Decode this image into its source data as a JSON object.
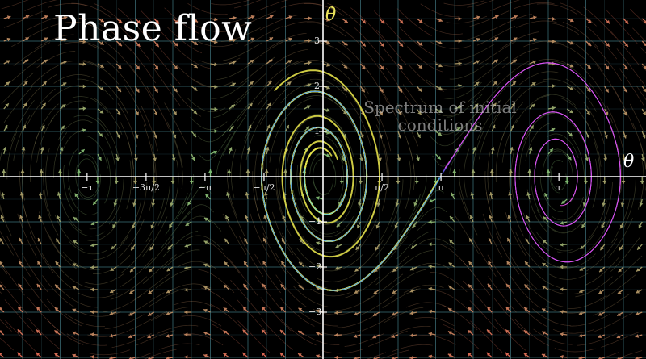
{
  "title": "Phase flow",
  "annotation": "Spectrum of initial conditions",
  "axes": {
    "x_label": "θ",
    "y_label": "θ̇",
    "x_ticks": [
      {
        "value": -6.283,
        "label": "−τ"
      },
      {
        "value": -4.712,
        "label": "−3π/2"
      },
      {
        "value": -3.1416,
        "label": "−π"
      },
      {
        "value": -1.5708,
        "label": "−π/2"
      },
      {
        "value": 1.5708,
        "label": "π/2"
      },
      {
        "value": 3.1416,
        "label": "π"
      },
      {
        "value": 6.283,
        "label": "τ"
      }
    ],
    "y_ticks": [
      {
        "value": 3,
        "label": "3"
      },
      {
        "value": 2,
        "label": "2"
      },
      {
        "value": 1,
        "label": "1"
      },
      {
        "value": -1,
        "label": "−1"
      },
      {
        "value": -2,
        "label": "−2"
      },
      {
        "value": -3,
        "label": "−3"
      }
    ],
    "x_range": [
      -8.6,
      8.6
    ],
    "y_range": [
      -3.9,
      3.9
    ]
  },
  "colors": {
    "background": "#000000",
    "grid": "#3d6f78",
    "axis": "#ffffff",
    "trajectory": "#e3e04a",
    "accent": "#e9e25a"
  },
  "icons": [
    "vector-field-arrow",
    "streamline"
  ]
}
